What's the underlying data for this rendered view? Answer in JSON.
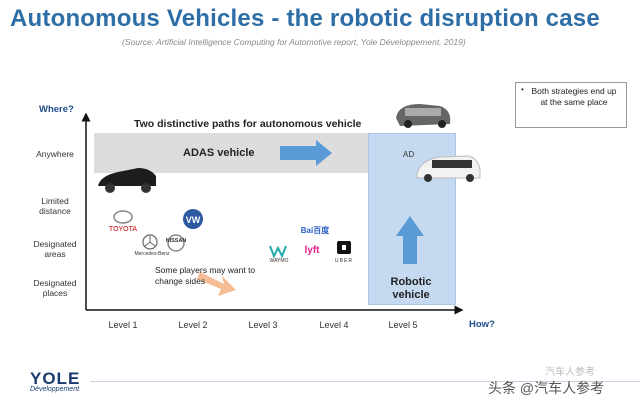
{
  "title": "Autonomous Vehicles - the robotic disruption case",
  "source": "(Source: Artificial Intelligence Computing for Automotive report, Yole Développement, 2019)",
  "axes": {
    "y_title": "Where?",
    "x_title": "How?",
    "y_levels": [
      "Anywhere",
      "Limited distance",
      "Designated areas",
      "Designated places"
    ],
    "x_levels": [
      "Level 1",
      "Level 2",
      "Level 3",
      "Level 4",
      "Level 5"
    ]
  },
  "diagram": {
    "paths_title": "Two distinctive paths for autonomous vehicle",
    "adas_label": "ADAS vehicle",
    "ad_label": "AD",
    "robotic_label": "Robotic vehicle",
    "some_players": "Some players may want to change sides",
    "note": "Both strategies end up at the same place",
    "note_bullet": "•"
  },
  "logos": {
    "toyota": "TOYOTA",
    "mercedes": "Mercedes-Benz",
    "nissan": "NISSAN",
    "vw": "VW",
    "baidu": "Bai百度",
    "waymo": "WAYMO",
    "lyft": "lyft",
    "uber": "UBER"
  },
  "footer": {
    "brand": "YOLE",
    "brand_sub": "Développement",
    "watermark": "头条 @汽车人参考",
    "watermark_faint": "汽车人参考"
  },
  "colors": {
    "title": "#2e6ea6",
    "arrow": "#5b9bd5",
    "band": "#d9d9d9",
    "robotic_column": "#c5daf0",
    "orange_arrow": "#f4b183"
  }
}
